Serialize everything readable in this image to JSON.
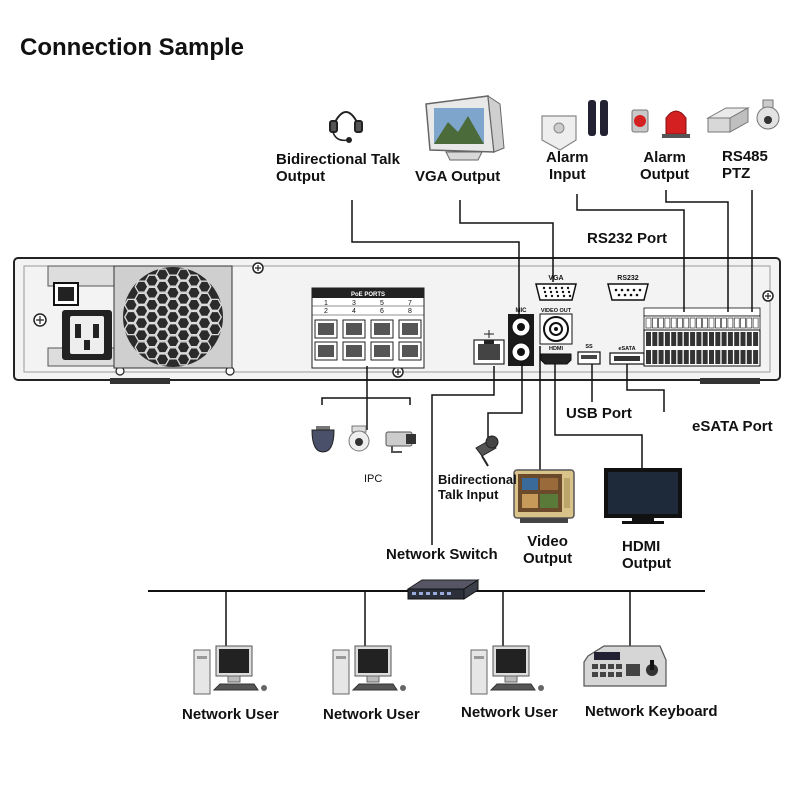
{
  "title": "Connection Sample",
  "labels": {
    "bidirectional_talk_output": "Bidirectional Talk\nOutput",
    "vga_output": "VGA Output",
    "alarm_input": "Alarm\nInput",
    "alarm_output": "Alarm\nOutput",
    "rs485_ptz": "RS485\nPTZ",
    "rs232_port": "RS232 Port",
    "usb_port": "USB Port",
    "esata_port": "eSATA Port",
    "ipc": "IPC",
    "bidirectional_talk_input": "Bidirectional\nTalk Input",
    "network_switch": "Network Switch",
    "video_output": "Video\nOutput",
    "hdmi_output": "HDMI\nOutput",
    "network_users": [
      "Network User",
      "Network User",
      "Network User"
    ],
    "network_keyboard": "Network Keyboard"
  },
  "panel_text": {
    "poe_ports": "PoE PORTS",
    "poe_numbers_top": [
      "1",
      "3",
      "5",
      "7"
    ],
    "poe_numbers_bottom": [
      "2",
      "4",
      "6",
      "8"
    ],
    "vga": "VGA",
    "rs232": "RS232",
    "mic": "MIC",
    "video_out": "VIDEO OUT",
    "hdmi": "HDMI",
    "ss": "SS",
    "esata": "eSATA"
  },
  "colors": {
    "line": "#111111",
    "panel_fill": "#f2f2f2",
    "panel_stroke": "#222222",
    "alarm_red": "#d42020"
  }
}
